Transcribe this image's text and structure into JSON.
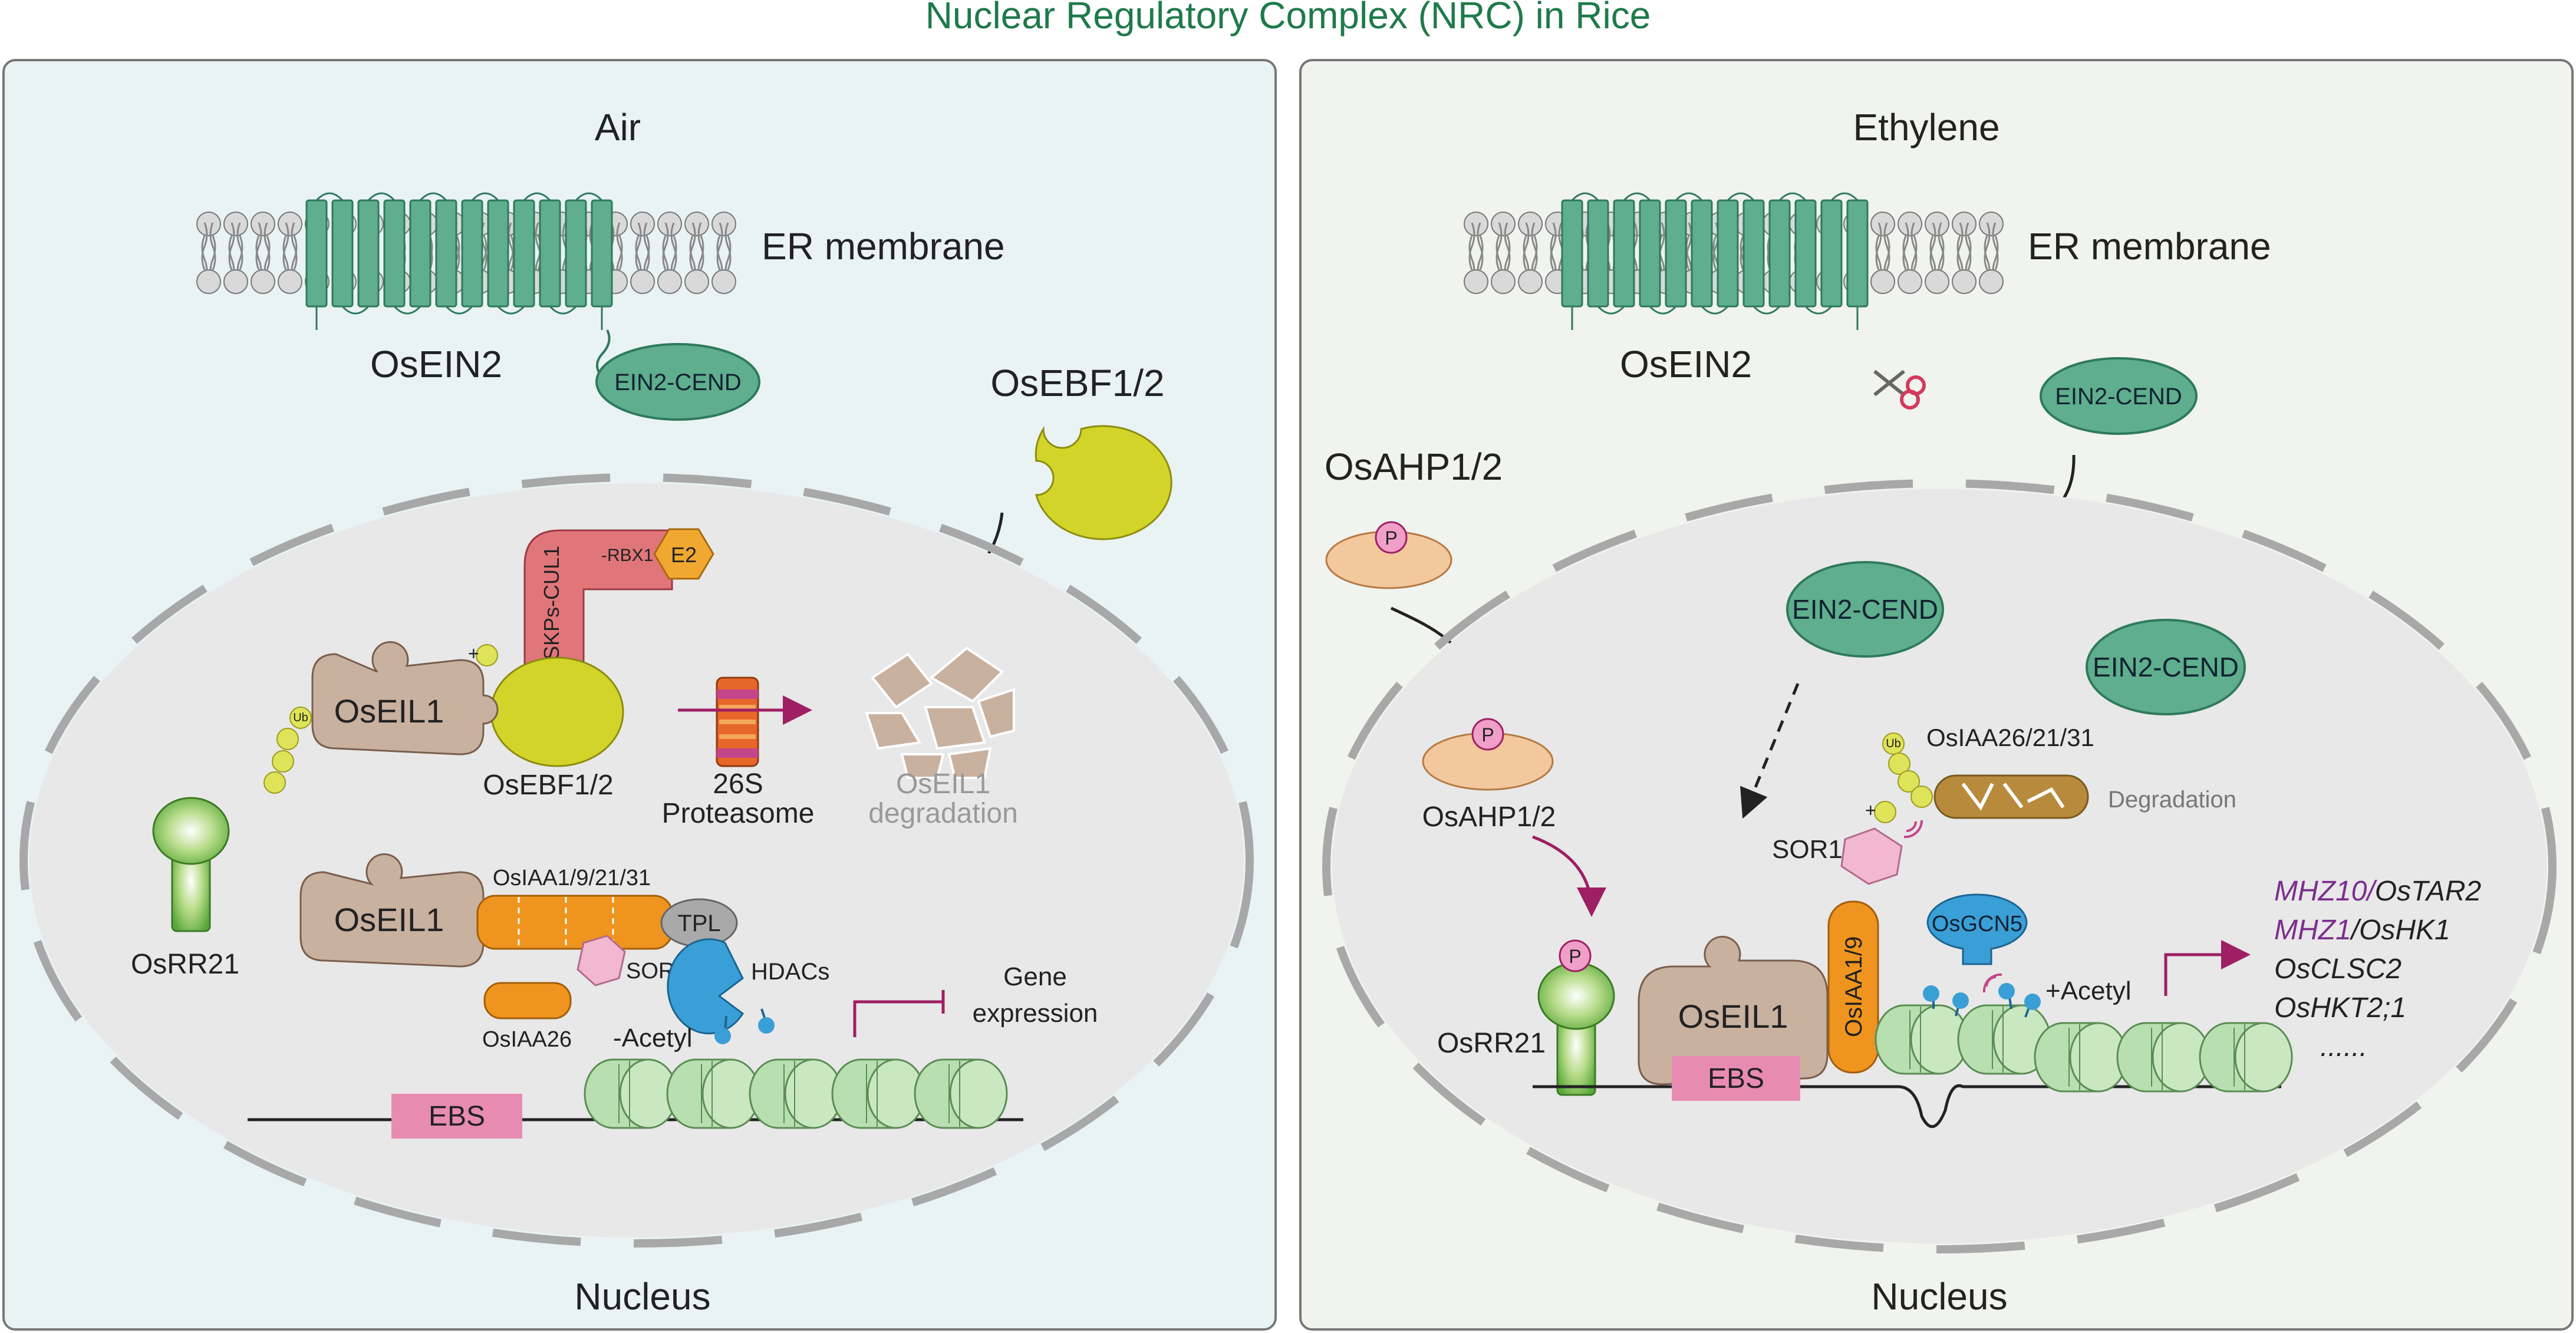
{
  "title": "Nuclear Regulatory Complex (NRC) in Rice",
  "colors": {
    "title": "#1f7a4a",
    "left_bg": "#e9f3f4",
    "right_bg": "#f0f3ee",
    "nucleus_fill": "#e8e8e8",
    "receptor": "#5fae8d",
    "receptor_dark": "#2f7a5c",
    "oseil1": "#c9b19f",
    "osebf": "#d3d42a",
    "skp": "#e0767a",
    "e2": "#f0a830",
    "osiaa": "#ef941e",
    "sor1": "#f2b8cf",
    "tpl": "#a9a9a9",
    "hdac": "#3a9fd6",
    "ebs": "#e88bb2",
    "nucleosome": "#b7dfb0",
    "osahp": "#f3c89d",
    "phospho": "#ef9fc8",
    "ub": "#dfe35a",
    "arrow_magenta": "#9e1f63",
    "gene_purple": "#7b2d8e"
  },
  "left": {
    "condition": "Air",
    "er_label": "ER membrane",
    "receptor_label": "OsEIN2",
    "cend_label": "EIN2-CEND",
    "osebf_label": "OsEBF1/2",
    "nucleus_label": "Nucleus",
    "oseil1_top": "OsEIL1",
    "oseil1_bottom": "OsEIL1",
    "skp_label": "SKPs-CUL1",
    "rbx_label": "-RBX1",
    "e2_label": "E2",
    "ub_label": "Ub",
    "plus_ub": "+",
    "osebf_bound_label": "OsEBF1/2",
    "proteasome_label": "26S",
    "proteasome_label2": "Proteasome",
    "degradation_label": "OsEIL1",
    "degradation_label2": "degradation",
    "osrr21_label": "OsRR21",
    "osiaa_label": "OsIAA1/9/21/31",
    "tpl_label": "TPL",
    "sor1_label": "SOR1",
    "hdacs_label": "HDACs",
    "osiaa26_label": "OsIAA26",
    "acetyl_label": "-Acetyl",
    "gene_label": "Gene",
    "gene_label2": "expression",
    "ebs_label": "EBS"
  },
  "right": {
    "condition": "Ethylene",
    "er_label": "ER membrane",
    "receptor_label": "OsEIN2",
    "cend_label": "EIN2-CEND",
    "osahp_label": "OsAHP1/2",
    "osahp_bound_label": "OsAHP1/2",
    "p_label": "P",
    "nucleus_label": "Nucleus",
    "cend_nuc1": "EIN2-CEND",
    "cend_nuc2": "EIN2-CEND",
    "osiaa_deg_label": "OsIAA26/21/31",
    "degradation_label": "Degradation",
    "sor1_label": "SOR1",
    "plus_ub": "+",
    "ub_label": "Ub",
    "osgcn5_label": "OsGCN5",
    "osiaa19_label": "OsIAA1/9",
    "acetyl_label": "+Acetyl",
    "oseil1_label": "OsEIL1",
    "ebs_label": "EBS",
    "osrr21_label": "OsRR21",
    "genes": [
      {
        "a": "MHZ10/",
        "b": "OsTAR2"
      },
      {
        "a": "MHZ1",
        "b": "/OsHK1"
      },
      {
        "a": "",
        "b": "OsCLSC2"
      },
      {
        "a": "",
        "b": "OsHKT2;1"
      }
    ],
    "ellipsis": "......"
  }
}
